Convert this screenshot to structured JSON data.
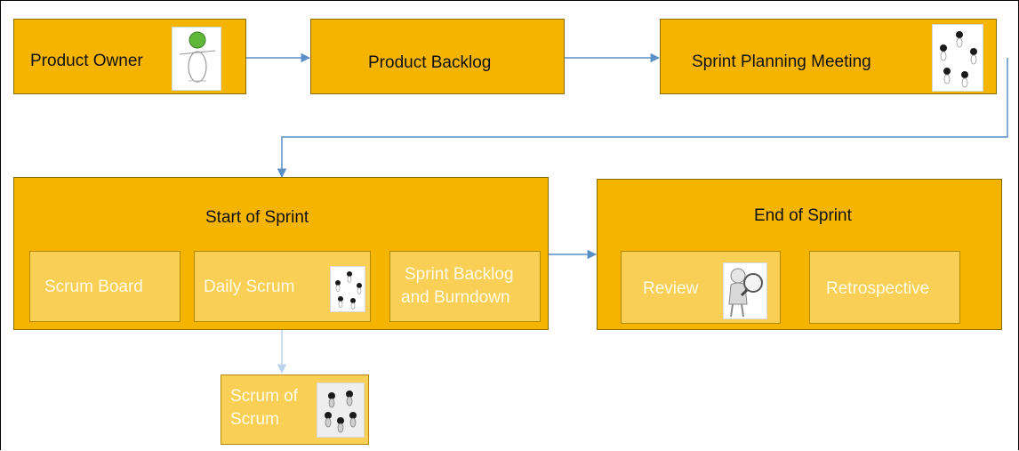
{
  "nodes": {
    "product_owner": "Product Owner",
    "product_backlog": "Product Backlog",
    "sprint_planning": "Sprint Planning Meeting",
    "start_of_sprint": "Start of Sprint",
    "scrum_board": "Scrum Board",
    "daily_scrum": "Daily Scrum",
    "sprint_backlog_line1": "Sprint Backlog",
    "sprint_backlog_line2": "and Burndown",
    "end_of_sprint": "End of Sprint",
    "review": "Review",
    "retrospective": "Retrospective",
    "scrum_of_scrum_line1": "Scrum of",
    "scrum_of_scrum_line2": "Scrum"
  },
  "colors": {
    "box_fill": "#f5b400",
    "sub_box_fill": "#f9cf55",
    "arrow": "#5b8fc7"
  },
  "icons": {
    "product_owner": "person-icon",
    "sprint_planning": "team-meeting-icon",
    "daily_scrum": "team-meeting-icon",
    "review": "magnifier-person-icon",
    "scrum_of_scrum": "team-cluster-icon"
  }
}
